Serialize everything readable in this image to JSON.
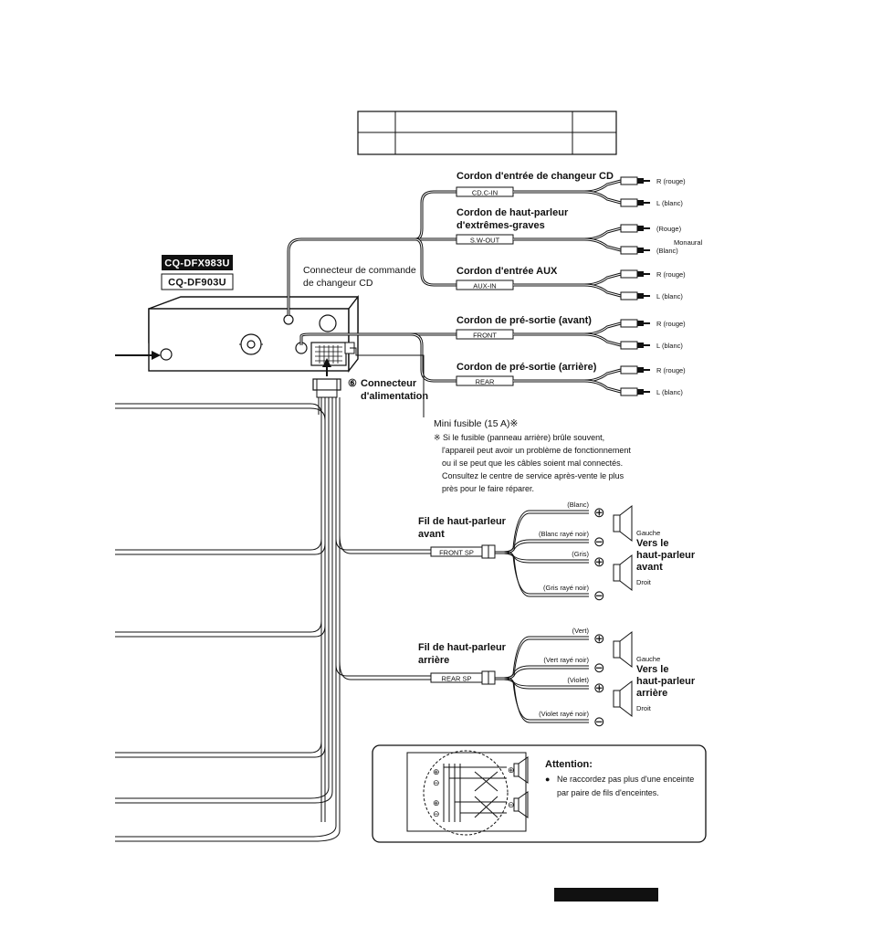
{
  "models": {
    "primary": "CQ-DFX983U",
    "secondary": "CQ-DF903U"
  },
  "unit_labels": {
    "changer_connector": [
      "Connecteur de commande",
      "de changeur CD"
    ],
    "power_connector_number": "⑥",
    "power_connector": [
      "Connecteur",
      "d'alimentation"
    ]
  },
  "cords": [
    {
      "title": [
        "Cordon d'entrée de changeur CD"
      ],
      "tag": "CD.C-IN",
      "plugs": [
        "R (rouge)",
        "L (blanc)"
      ],
      "extra": ""
    },
    {
      "title": [
        "Cordon de haut-parleur",
        "d'extrêmes-graves"
      ],
      "tag": "S.W-OUT",
      "plugs": [
        "(Rouge)",
        "(Blanc)"
      ],
      "extra": "Monaural"
    },
    {
      "title": [
        "Cordon d'entrée AUX"
      ],
      "tag": "AUX-IN",
      "plugs": [
        "R (rouge)",
        "L (blanc)"
      ],
      "extra": ""
    },
    {
      "title": [
        "Cordon de pré-sortie (avant)"
      ],
      "tag": "FRONT",
      "plugs": [
        "R (rouge)",
        "L (blanc)"
      ],
      "extra": ""
    },
    {
      "title": [
        "Cordon de pré-sortie (arrière)"
      ],
      "tag": "REAR",
      "plugs": [
        "R (rouge)",
        "L (blanc)"
      ],
      "extra": ""
    }
  ],
  "fuse": {
    "title": "Mini fusible (15 A)※",
    "note": [
      "※ Si le fusible (panneau arrière) brûle souvent,",
      "l'appareil peut avoir un problème de fonctionnement",
      "ou il se peut que les câbles soient mal connectés.",
      "Consultez le centre de service après-vente le plus",
      "près pour le faire réparer."
    ]
  },
  "speaker_groups": [
    {
      "title": [
        "Fil de haut-parleur",
        "avant"
      ],
      "tag": "FRONT SP",
      "wires": [
        "(Blanc)",
        "(Blanc rayé noir)",
        "(Gris)",
        "(Gris rayé noir)"
      ],
      "signs": [
        "⊕",
        "⊖",
        "⊕",
        "⊖"
      ],
      "left_label": "Gauche",
      "right_label": "Droit",
      "dest": [
        "Vers le",
        "haut-parleur",
        "avant"
      ]
    },
    {
      "title": [
        "Fil de haut-parleur",
        "arrière"
      ],
      "tag": "REAR SP",
      "wires": [
        "(Vert)",
        "(Vert rayé noir)",
        "(Violet)",
        "(Violet rayé noir)"
      ],
      "signs": [
        "⊕",
        "⊖",
        "⊕",
        "⊖"
      ],
      "left_label": "Gauche",
      "right_label": "Droit",
      "dest": [
        "Vers le",
        "haut-parleur",
        "arrière"
      ]
    }
  ],
  "attention": {
    "title": "Attention:",
    "bullet": "●",
    "text": [
      "Ne raccordez pas plus d'une enceinte",
      "par paire de fils d'enceintes."
    ],
    "glyphs": [
      "⊕",
      "⊖",
      "⊕",
      "⊖",
      "⊕",
      "⊖"
    ]
  }
}
